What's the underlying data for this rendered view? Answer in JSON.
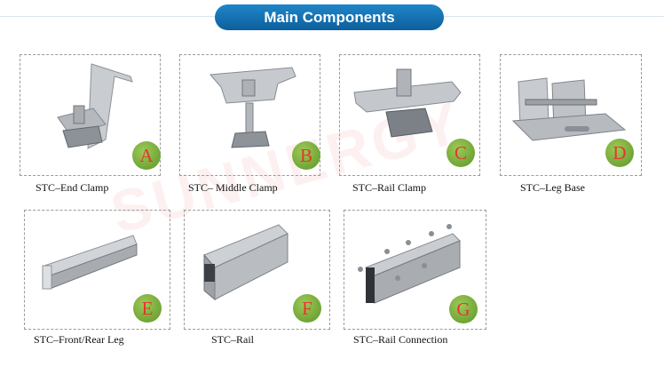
{
  "header": {
    "title": "Main Components"
  },
  "watermark": "SUNNERGY",
  "components": [
    {
      "letter": "A",
      "label": "STC–End Clamp",
      "icon": "end-clamp-icon"
    },
    {
      "letter": "B",
      "label": "STC– Middle Clamp",
      "icon": "middle-clamp-icon"
    },
    {
      "letter": "C",
      "label": "STC–Rail Clamp",
      "icon": "rail-clamp-icon"
    },
    {
      "letter": "D",
      "label": "STC–Leg Base",
      "icon": "leg-base-icon"
    },
    {
      "letter": "E",
      "label": "STC–Front/Rear Leg",
      "icon": "front-rear-leg-icon"
    },
    {
      "letter": "F",
      "label": "STC–Rail",
      "icon": "rail-icon"
    },
    {
      "letter": "G",
      "label": "STC–Rail Connection",
      "icon": "rail-connection-icon"
    }
  ],
  "colors": {
    "header_bg": "#1576bb",
    "badge_bg": "#7fb241",
    "badge_text": "#e2382a",
    "card_border": "#9a9a9a"
  }
}
